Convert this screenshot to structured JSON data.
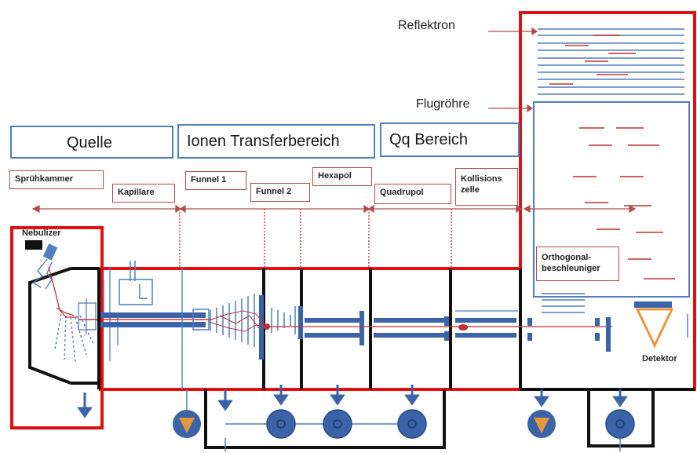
{
  "labels": {
    "reflektron": "Reflektron",
    "flugroehre": "Flugröhre",
    "quelle": "Quelle",
    "ionen_transfer": "Ionen Transferbereich",
    "qq_bereich": "Qq Bereich",
    "spruehkammer": "Sprühkammer",
    "kapillare": "Kapillare",
    "funnel1": "Funnel 1",
    "funnel2": "Funnel 2",
    "hexapol": "Hexapol",
    "quadrupol": "Quadrupol",
    "kollisionszelle_line1": "Kollisions",
    "kollisionszelle_line2": "zelle",
    "nebulizer": "Nebulizer",
    "orthogonal_line1": "Orthogonal-",
    "orthogonal_line2": "beschleuniger",
    "detektor": "Detektor"
  },
  "colors": {
    "frame_red": "#e01010",
    "section_blue": "#4f7fbf",
    "tag_border": "#b44a4a",
    "rod_blue": "#3a63a8",
    "pump_fill": "#3a63a8",
    "detector_orange": "#e8963a",
    "trace_red": "#c03030"
  }
}
